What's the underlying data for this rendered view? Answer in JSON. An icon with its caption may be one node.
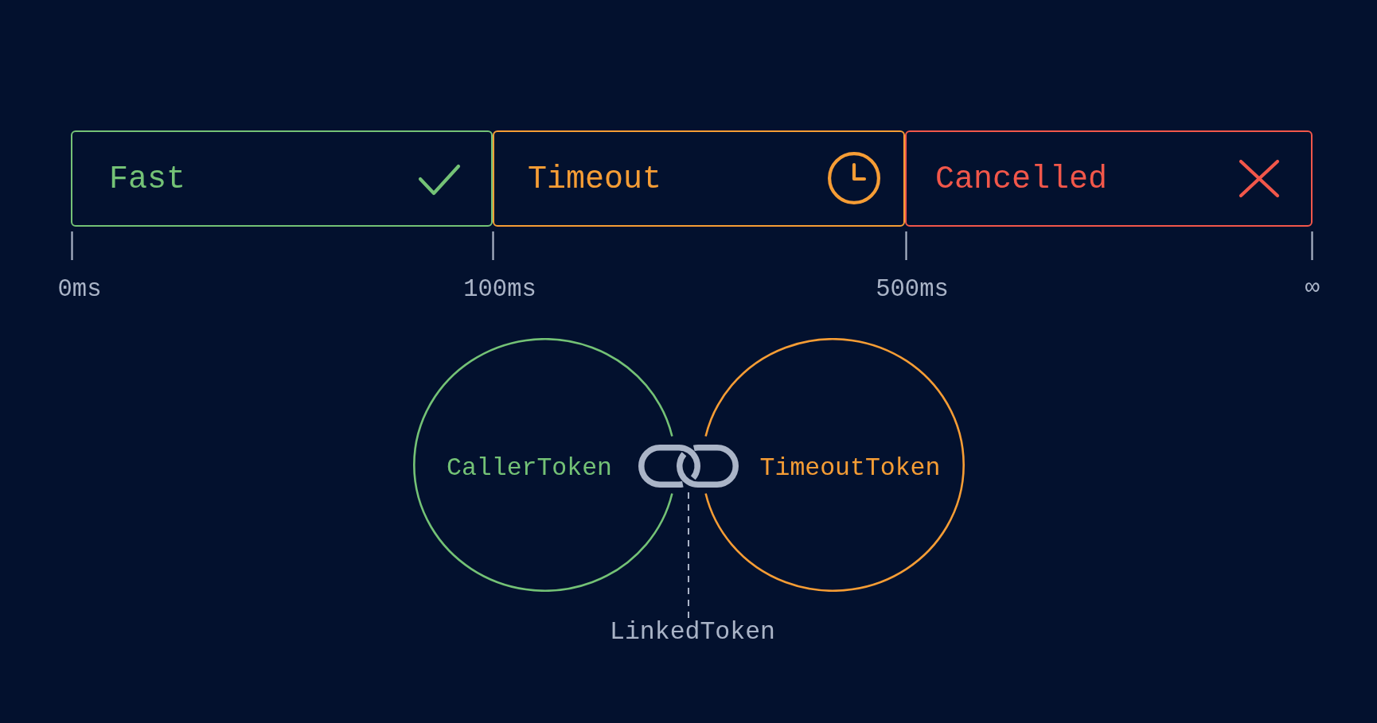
{
  "diagram": {
    "nodes": [
      {
        "text": [
          "Fast"
        ]
      },
      {
        "text": [
          "Timeout"
        ]
      },
      {
        "text": [
          "Cancelled"
        ]
      },
      {
        "text": [
          "CallerToken"
        ]
      },
      {
        "text": [
          "TimeoutToken"
        ]
      },
      {
        "text": [],
        "shape": "picture"
      },
      {
        "text": [
          "LinkedToken"
        ]
      }
    ],
    "edges": [
      {
        "from": 6,
        "to": 5,
        "arrow": "none",
        "style": "dashed"
      }
    ],
    "labels": [
      "0ms",
      "100ms",
      "500ms",
      "∞"
    ]
  }
}
